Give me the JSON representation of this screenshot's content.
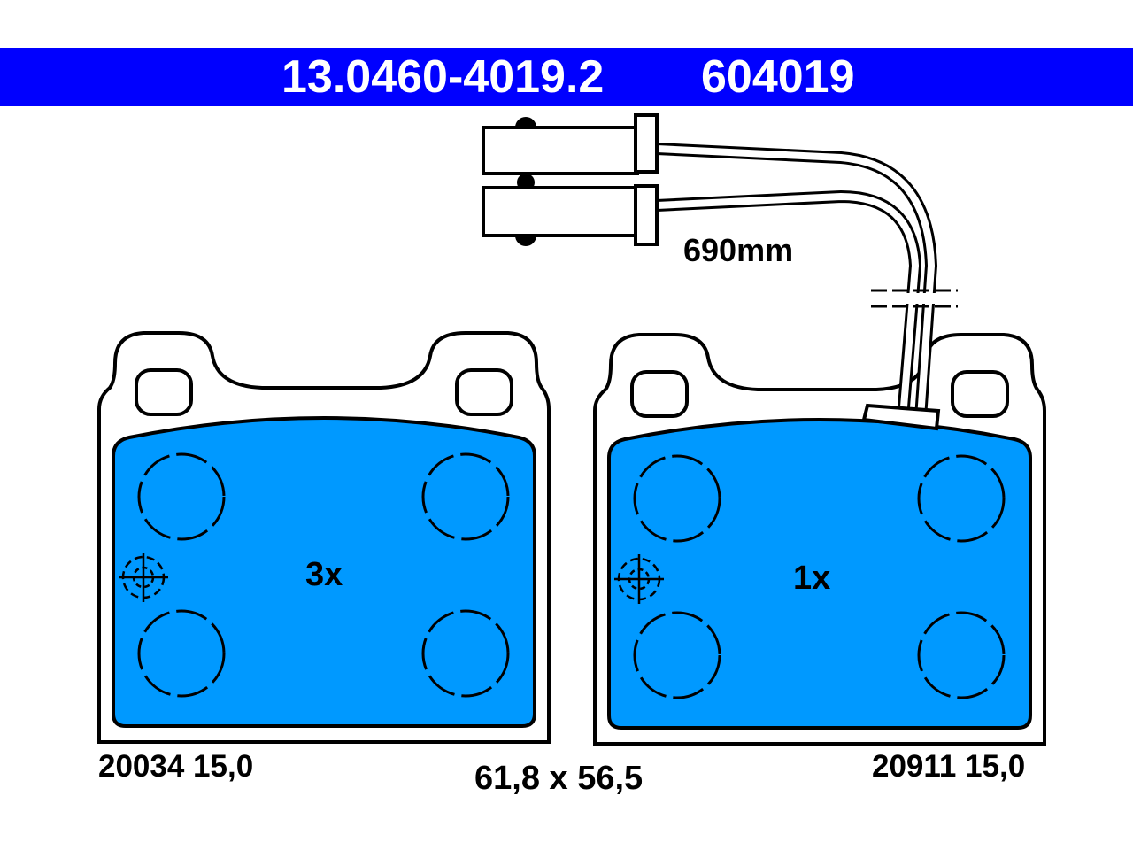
{
  "header": {
    "part_number": "13.0460-4019.2",
    "code": "604019"
  },
  "colors": {
    "header_band": "#0000ff",
    "header_text": "#ffffff",
    "pad_friction": "#0099ff",
    "outline": "#000000"
  },
  "wire": {
    "length_label": "690mm"
  },
  "pads": [
    {
      "quantity_label": "3x",
      "spec_label": "20034 15,0"
    },
    {
      "quantity_label": "1x",
      "spec_label": "20911 15,0"
    }
  ],
  "dimensions_label": "61,8 x 56,5"
}
